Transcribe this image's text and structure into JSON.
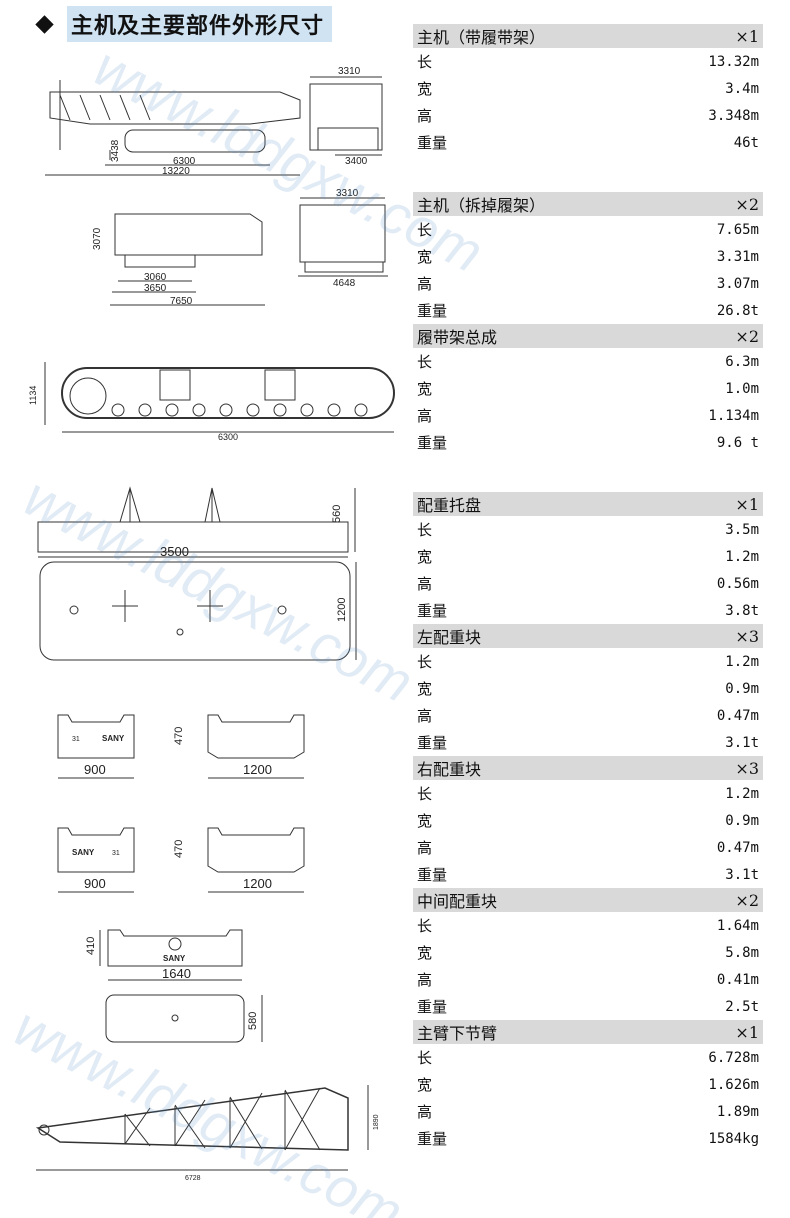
{
  "title": "主机及主要部件外形尺寸",
  "sections": [
    {
      "name": "主机（带履带架）",
      "qty": "×1",
      "rows": [
        [
          "长",
          "13.32m"
        ],
        [
          "宽",
          "3.4m"
        ],
        [
          "高",
          "3.348m"
        ],
        [
          "重量",
          "46t"
        ]
      ]
    },
    {
      "name": "主机（拆掉履架）",
      "qty": "×2",
      "rows": [
        [
          "长",
          "7.65m"
        ],
        [
          "宽",
          "3.31m"
        ],
        [
          "高",
          "3.07m"
        ],
        [
          "重量",
          "26.8t"
        ]
      ]
    },
    {
      "name": "履带架总成",
      "qty": "×2",
      "rows": [
        [
          "长",
          "6.3m"
        ],
        [
          "宽",
          "1.0m"
        ],
        [
          "高",
          "1.134m"
        ],
        [
          "重量",
          "9.6 t"
        ]
      ]
    },
    {
      "name": "配重托盘",
      "qty": "×1",
      "rows": [
        [
          "长",
          "3.5m"
        ],
        [
          "宽",
          "1.2m"
        ],
        [
          "高",
          "0.56m"
        ],
        [
          "重量",
          "3.8t"
        ]
      ]
    },
    {
      "name": "左配重块",
      "qty": "×3",
      "rows": [
        [
          "长",
          "1.2m"
        ],
        [
          "宽",
          "0.9m"
        ],
        [
          "高",
          "0.47m"
        ],
        [
          "重量",
          "3.1t"
        ]
      ]
    },
    {
      "name": "右配重块",
      "qty": "×3",
      "rows": [
        [
          "长",
          "1.2m"
        ],
        [
          "宽",
          "0.9m"
        ],
        [
          "高",
          "0.47m"
        ],
        [
          "重量",
          "3.1t"
        ]
      ]
    },
    {
      "name": "中间配重块",
      "qty": "×2",
      "rows": [
        [
          "长",
          "1.64m"
        ],
        [
          "宽",
          "5.8m"
        ],
        [
          "高",
          "0.41m"
        ],
        [
          "重量",
          "2.5t"
        ]
      ]
    },
    {
      "name": "主臂下节臂",
      "qty": "×1",
      "rows": [
        [
          "长",
          "6.728m"
        ],
        [
          "宽",
          "1.626m"
        ],
        [
          "高",
          "1.89m"
        ],
        [
          "重量",
          "1584kg"
        ]
      ]
    }
  ],
  "dims": {
    "d1": [
      "3310",
      "3438",
      "6300",
      "13220",
      "3400"
    ],
    "d2": [
      "3310",
      "3070",
      "3060",
      "3650",
      "7650",
      "4648"
    ],
    "d3": [
      "1134",
      "6300"
    ],
    "d4": [
      "560",
      "3500",
      "1200"
    ],
    "d5": [
      "470",
      "900",
      "1200",
      "SANY",
      "31"
    ],
    "d6": [
      "470",
      "900",
      "1200",
      "SANY",
      "31"
    ],
    "d7": [
      "410",
      "1640",
      "SANY",
      "580"
    ],
    "d8": [
      "1890",
      "6728"
    ]
  },
  "watermark": "www.lddgxw.com"
}
